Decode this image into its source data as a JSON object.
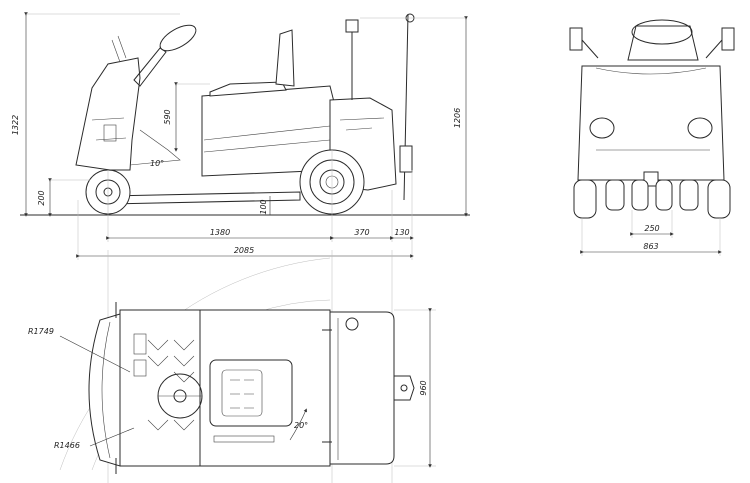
{
  "side_view": {
    "dims": {
      "overall_height": "1322",
      "seat_height": "1206",
      "seat_back": "590",
      "step_height": "200",
      "clearance": "100",
      "wheelbase": "1380",
      "rear_overhang": "370",
      "hitch": "130",
      "overall_length": "2085",
      "steer_angle": "10°"
    }
  },
  "rear_view": {
    "dims": {
      "hitch_width": "250",
      "overall_width": "863"
    }
  },
  "top_view": {
    "dims": {
      "outer_radius": "R1749",
      "inner_radius": "R1466",
      "width": "960",
      "turn_angle": "20°"
    }
  }
}
